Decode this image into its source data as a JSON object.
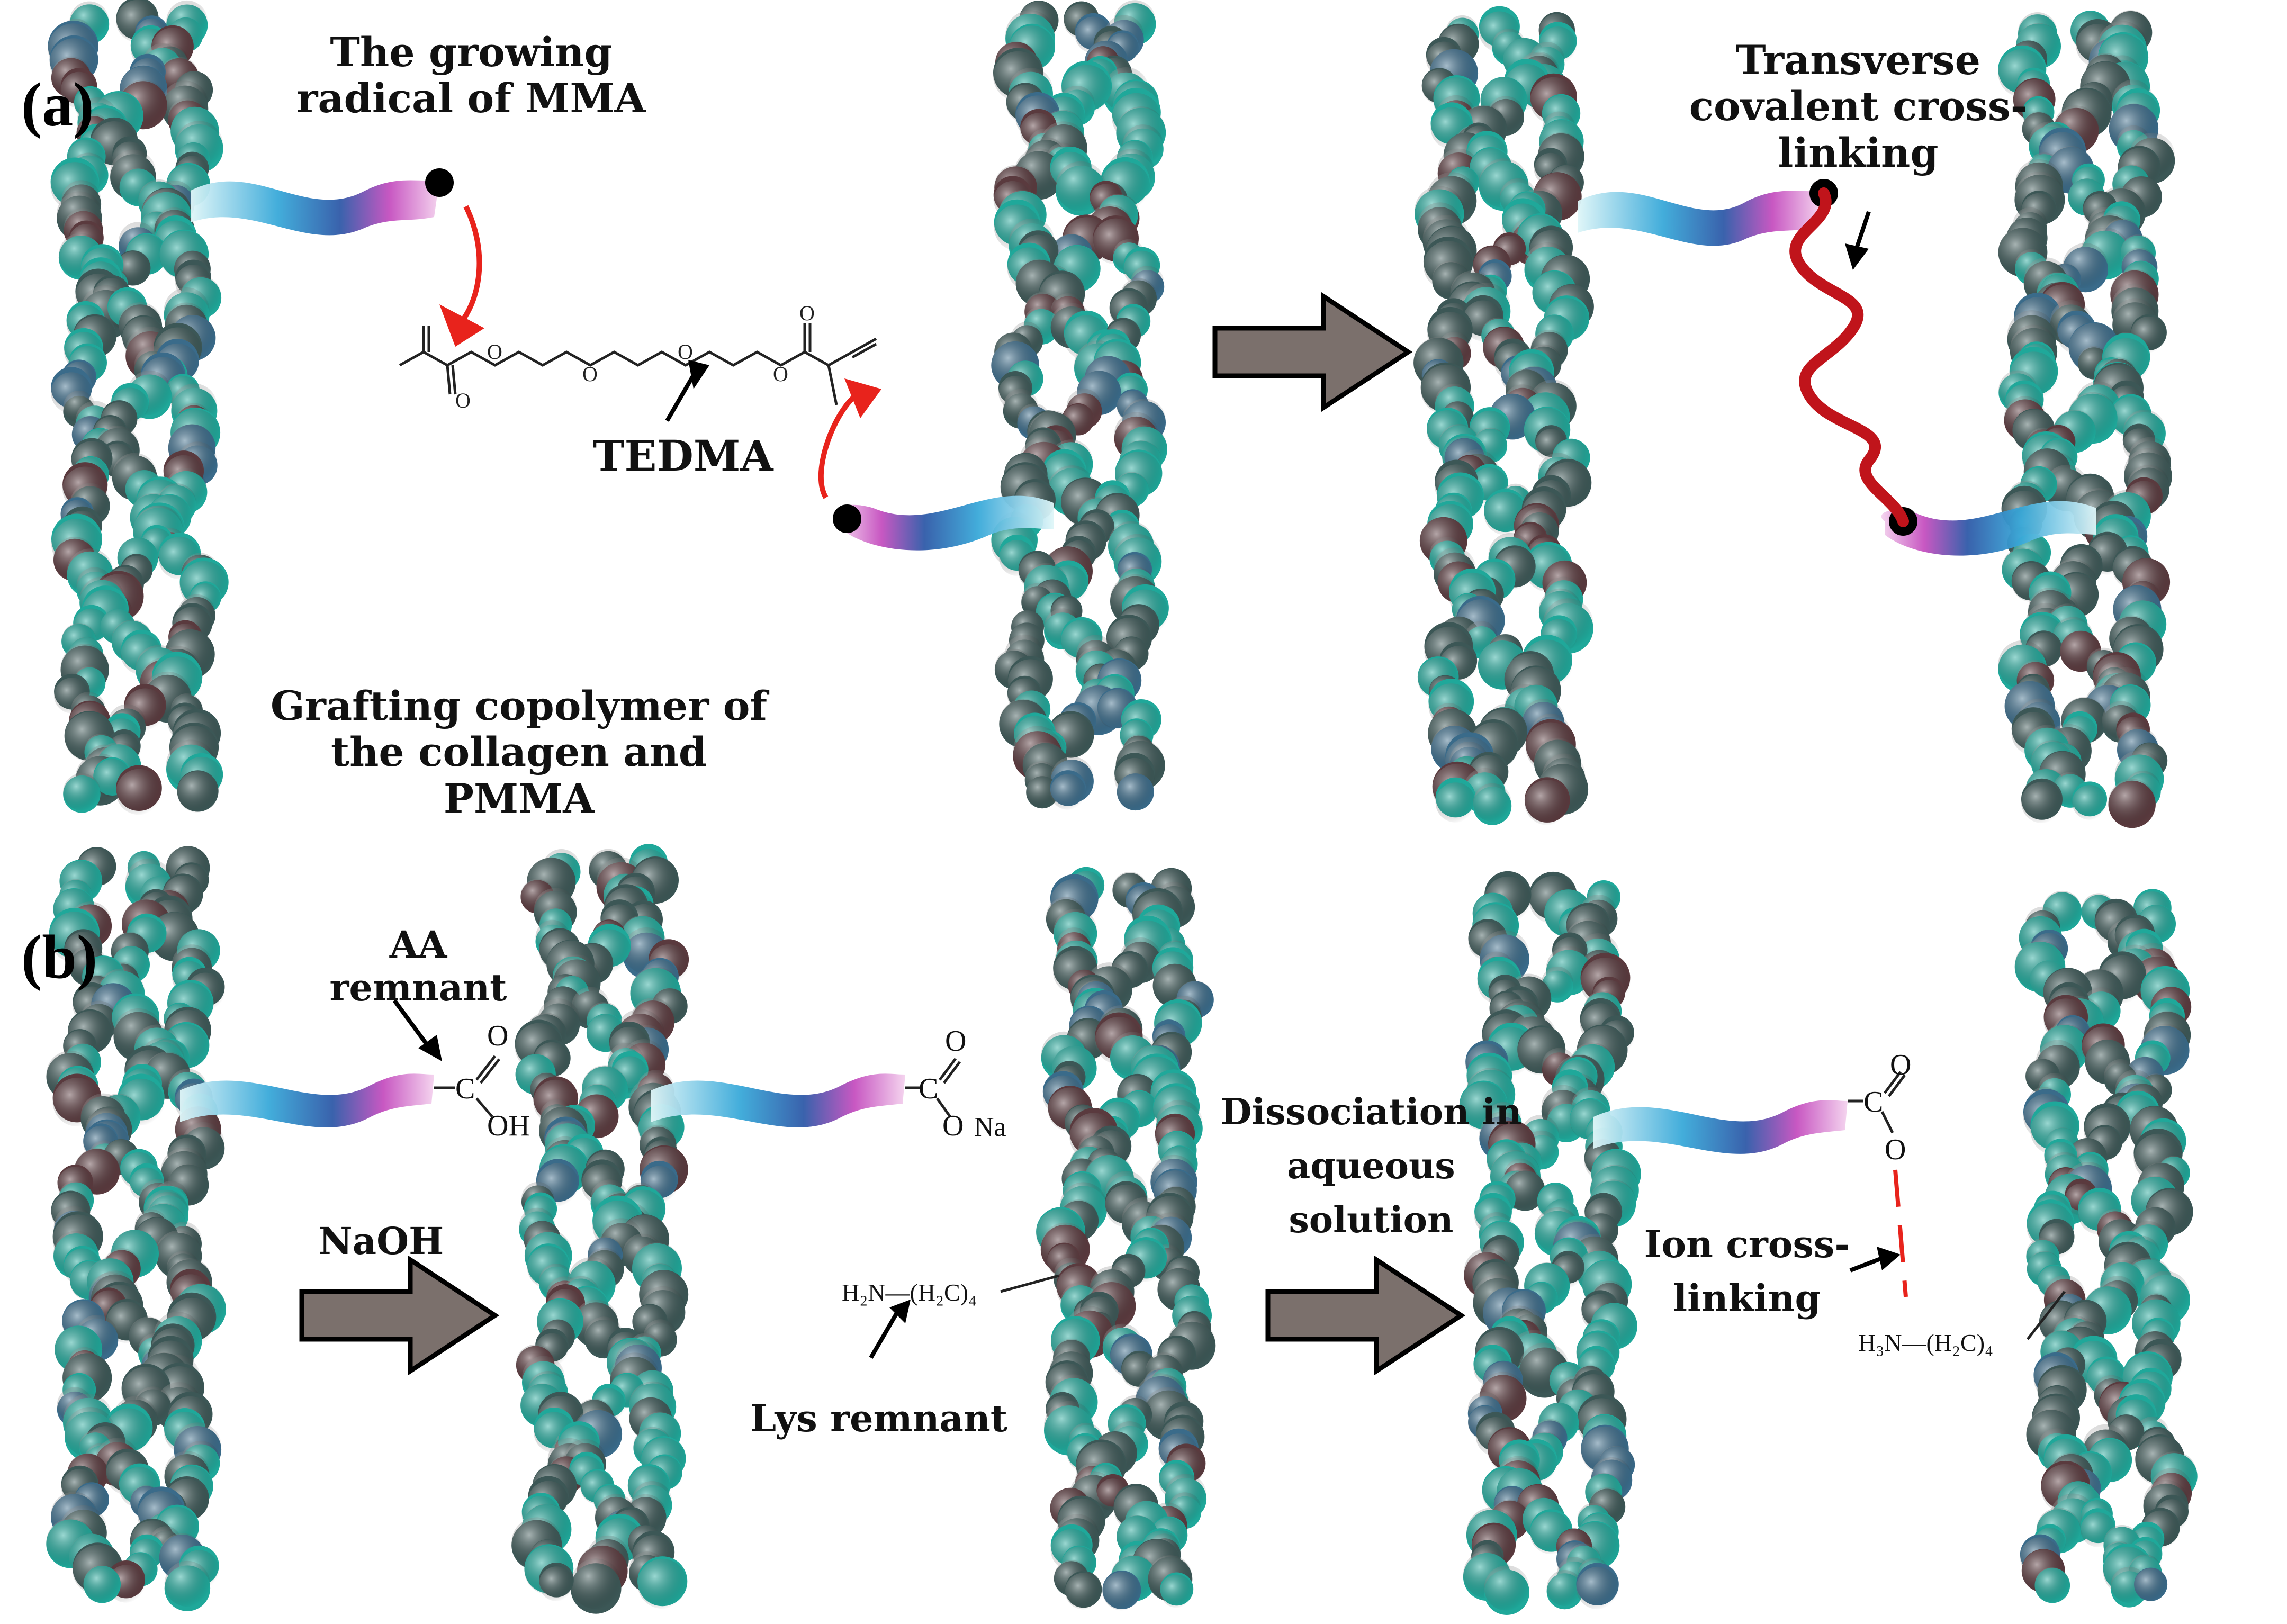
{
  "figure": {
    "panel_a": {
      "tag": "(a)",
      "growing_radical": "The growing radical of MMA",
      "tedma": "TEDMA",
      "grafting": "Grafting copolymer of the collagen and PMMA",
      "transverse": "Transverse covalent cross-linking"
    },
    "panel_b": {
      "tag": "(b)",
      "aa_remnant": "AA remnant",
      "naoh": "NaOH",
      "lys_remnant": "Lys remnant",
      "dissociation": "Dissociation in aqueous solution",
      "ion_crosslinking": "Ion cross-linking",
      "cooh_o": "O",
      "cooh_c": "C",
      "cooh_oh": "OH",
      "coona_na": "Na",
      "lys_chain": "H₂N—(H₂C)₄",
      "lys_chain_ion": "H₃N—(H₂C)₄"
    }
  },
  "colors": {
    "helix_teal": "#1fa89a",
    "helix_dark": "#3c5756",
    "helix_blue": "#3a6b8a",
    "helix_maroon": "#5a3a3e",
    "arrow_fill": "#7b706c",
    "red_arrow": "#e8231c",
    "crosslink": "#c0141b"
  }
}
